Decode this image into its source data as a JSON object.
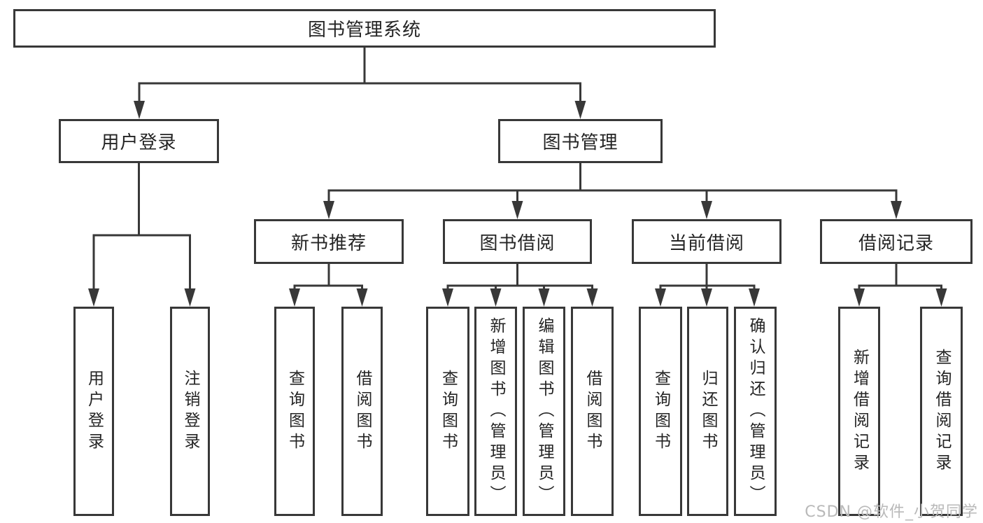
{
  "diagram": {
    "type": "hierarchy-tree",
    "tree": {
      "label": "图书管理系统",
      "children": [
        {
          "label": "用户登录",
          "children": [
            {
              "label": "用户登录"
            },
            {
              "label": "注销登录"
            }
          ]
        },
        {
          "label": "图书管理",
          "children": [
            {
              "label": "新书推荐",
              "children": [
                {
                  "label": "查询图书"
                },
                {
                  "label": "借阅图书"
                }
              ]
            },
            {
              "label": "图书借阅",
              "children": [
                {
                  "label": "查询图书"
                },
                {
                  "label": "新增图书（管理员）"
                },
                {
                  "label": "编辑图书（管理员）"
                },
                {
                  "label": "借阅图书"
                }
              ]
            },
            {
              "label": "当前借阅",
              "children": [
                {
                  "label": "查询图书"
                },
                {
                  "label": "归还图书"
                },
                {
                  "label": "确认归还（管理员）"
                }
              ]
            },
            {
              "label": "借阅记录",
              "children": [
                {
                  "label": "新增借阅记录"
                },
                {
                  "label": "查询借阅记录"
                }
              ]
            }
          ]
        }
      ]
    },
    "colors": {
      "line": "#383838",
      "box_border": "#383838",
      "box_fill": "#ffffff",
      "text": "#242424",
      "background": "#ffffff",
      "watermark": "#b9b9b9"
    }
  },
  "watermark": {
    "text": "CSDN @软件_小贺同学"
  }
}
